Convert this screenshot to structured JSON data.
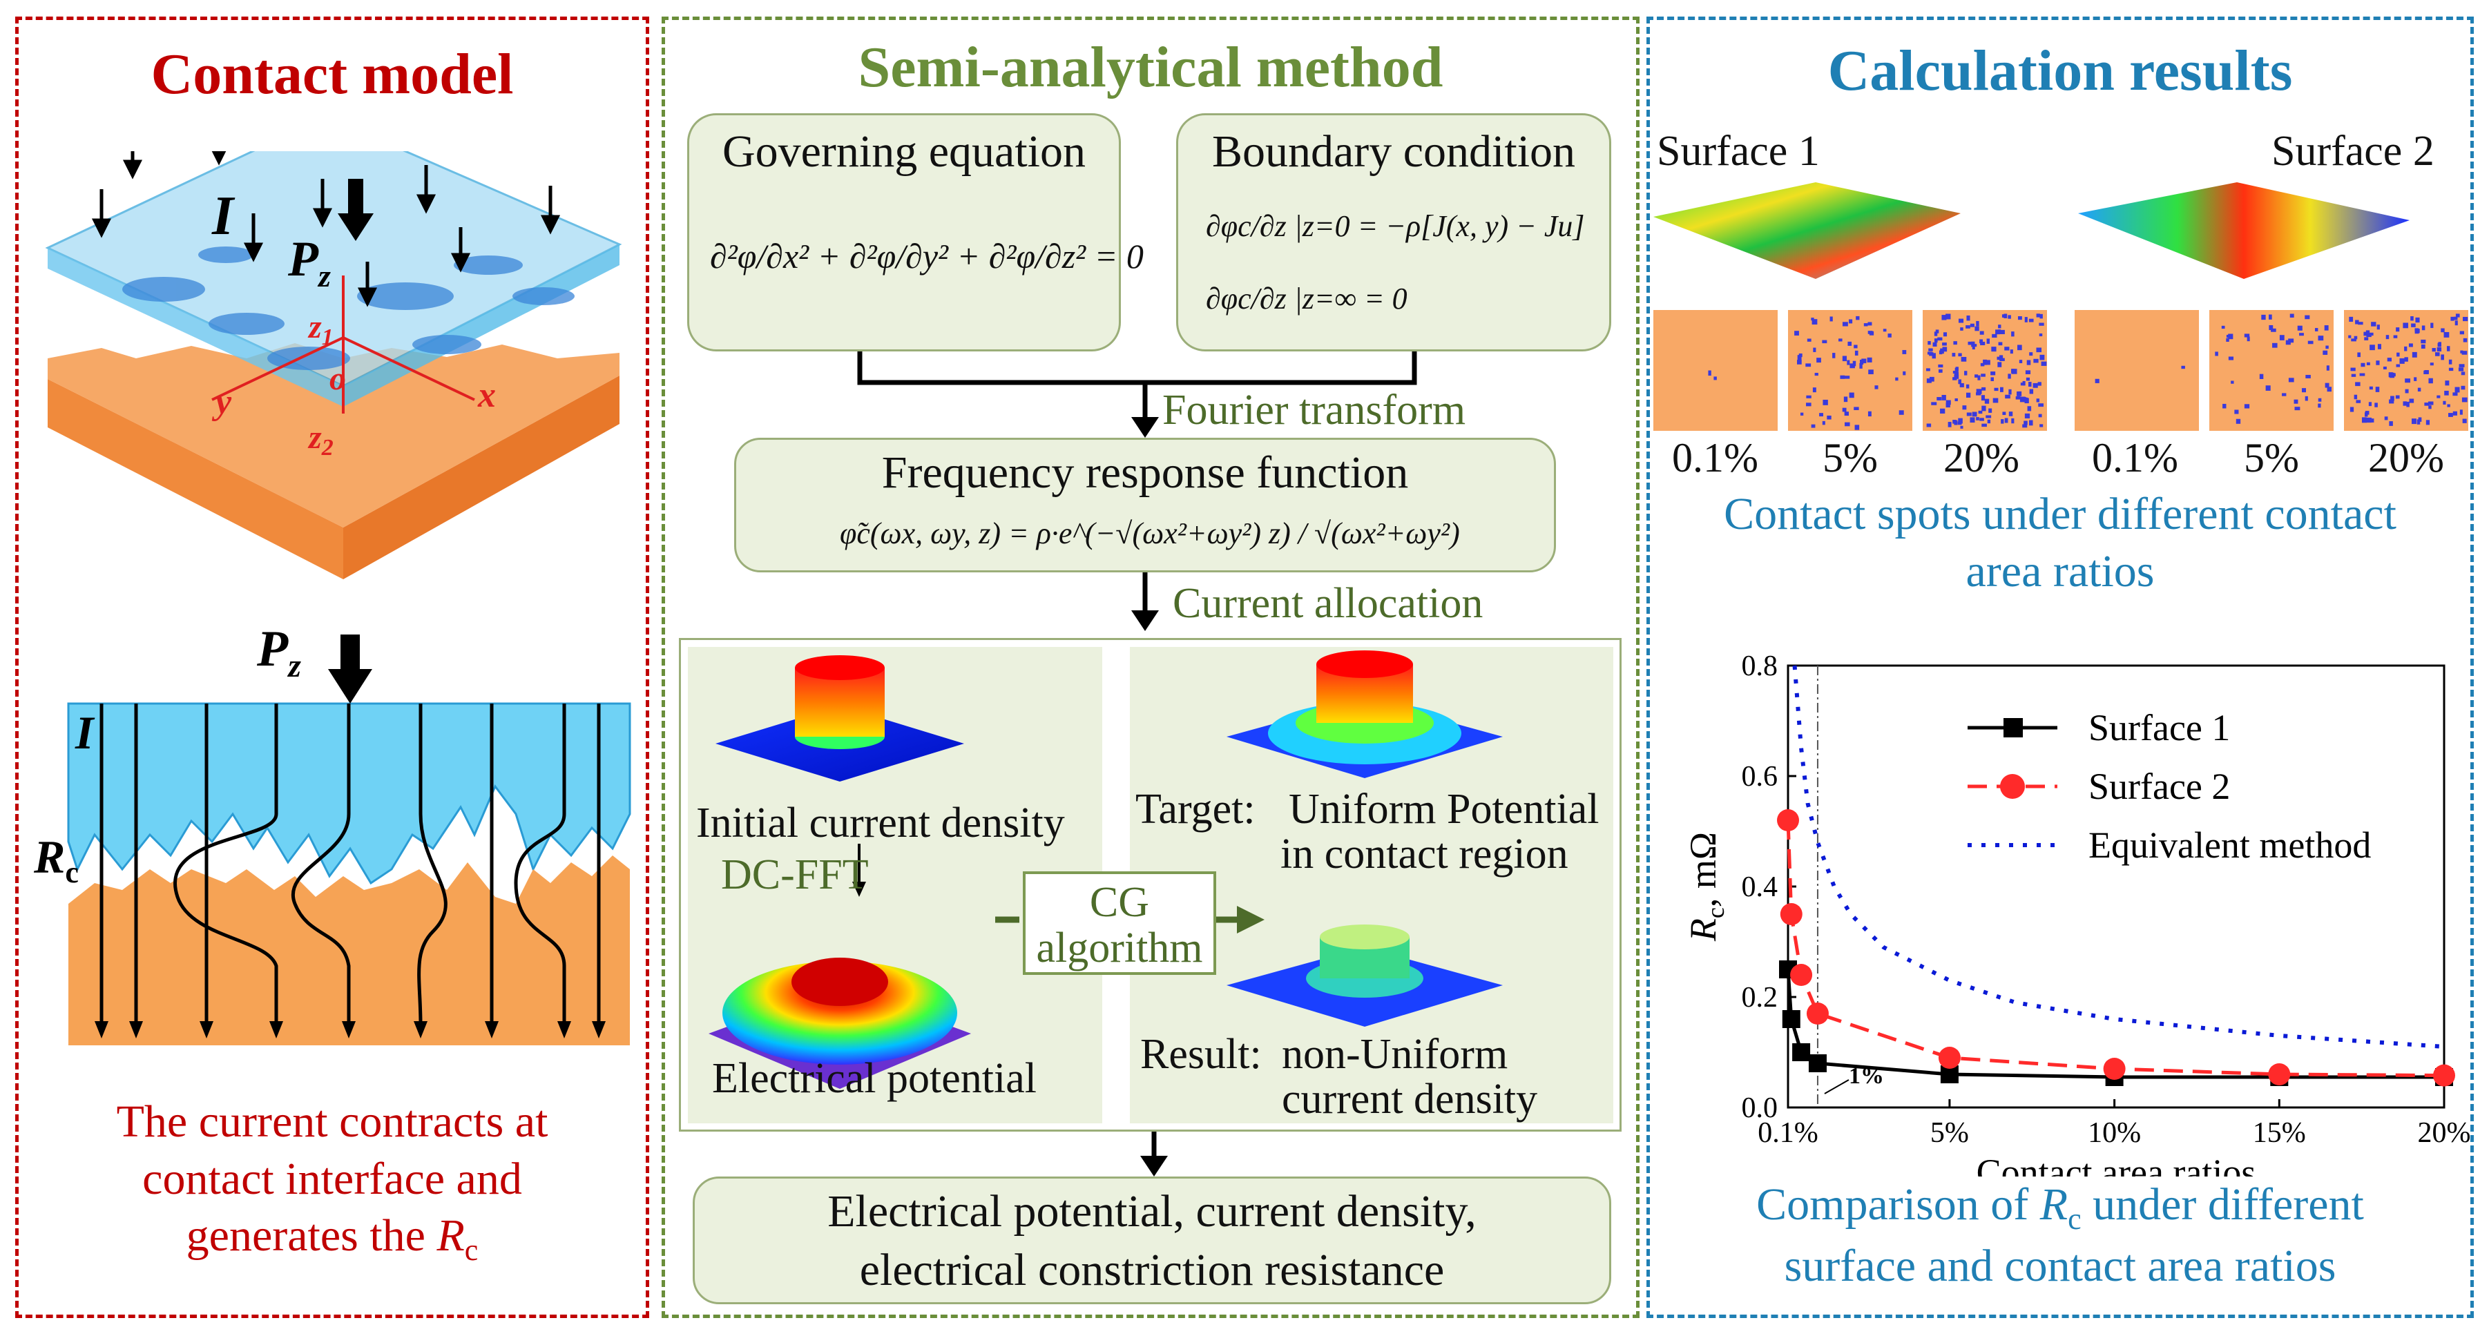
{
  "colors": {
    "left": "#c00000",
    "middle": "#6a8e3a",
    "right": "#1f7fb4"
  },
  "contact_model": {
    "title": "Contact model",
    "label_I": "I",
    "label_P": "P",
    "sub_z": "z",
    "axis_x": "x",
    "axis_y": "y",
    "axis_o": "o",
    "axis_z1": "z",
    "sub_1": "1",
    "axis_z2": "z",
    "sub_2": "2",
    "label_R": "R",
    "sub_c": "c",
    "caption_l1": "The current contracts at",
    "caption_l2": "contact interface and",
    "caption_l3": "generates the ",
    "caption_R": "R",
    "caption_c": "c"
  },
  "semi_analytical": {
    "title": "Semi-analytical method",
    "governing_title": "Governing equation",
    "governing_eq": "∂²φ/∂x² + ∂²φ/∂y² + ∂²φ/∂z² = 0",
    "boundary_title": "Boundary condition",
    "boundary_eq1": "∂φc/∂z |z=0 = −ρ[J(x, y) − Ju]",
    "boundary_eq2": "∂φc/∂z |z=∞ = 0",
    "fourier": "Fourier transform",
    "freq_title": "Frequency response function",
    "freq_eq": "φ̃c(ωx, ωy, z) = ρ·e^(−√(ωx²+ωy²) z) / √(ωx²+ωy²)",
    "current_allocation": "Current allocation",
    "initial_current": "Initial current density",
    "dcfft": "DC-FFT",
    "electrical_potential": "Electrical potential",
    "cg_l1": "CG",
    "cg_l2": "algorithm",
    "target_label": "Target:",
    "target_l1": "Uniform Potential",
    "target_l2": "in contact region",
    "result_label": "Result:",
    "result_l1": "non-Uniform",
    "result_l2": "current density",
    "output_l1": "Electrical potential, current density,",
    "output_l2": "electrical constriction resistance"
  },
  "calc_results": {
    "title": "Calculation results",
    "surface1": "Surface 1",
    "surface2": "Surface 2",
    "ratios": [
      "0.1%",
      "5%",
      "20%",
      "0.1%",
      "5%",
      "20%"
    ],
    "spots_caption_l1": "Contact spots under different contact",
    "spots_caption_l2": "area ratios",
    "comp_caption_l1a": "Comparison of ",
    "comp_caption_R": "R",
    "comp_caption_c": "c",
    "comp_caption_l1b": " under different",
    "comp_caption_l2": "surface and contact area ratios"
  },
  "chart_data": {
    "type": "line",
    "xlabel": "Contact area ratios",
    "ylabel_R": "R",
    "ylabel_c": "c",
    "ylabel_unit": ", mΩ",
    "xlim": [
      0.1,
      20
    ],
    "ylim": [
      0.0,
      0.8
    ],
    "xticks": [
      "0.1%",
      "5%",
      "10%",
      "15%",
      "20%"
    ],
    "xtick_values": [
      0.1,
      5,
      10,
      15,
      20
    ],
    "yticks": [
      "0.0",
      "0.2",
      "0.4",
      "0.6",
      "0.8"
    ],
    "ytick_values": [
      0.0,
      0.2,
      0.4,
      0.6,
      0.8
    ],
    "annotation": "1%",
    "annotation_x": 1,
    "legend_position": "top-right",
    "series": [
      {
        "name": "Surface 1",
        "color": "#000000",
        "style": "solid",
        "marker": "square",
        "x": [
          0.1,
          0.2,
          0.5,
          1,
          5,
          10,
          15,
          20
        ],
        "y": [
          0.25,
          0.16,
          0.1,
          0.08,
          0.06,
          0.055,
          0.055,
          0.055
        ]
      },
      {
        "name": "Surface 2",
        "color": "#ff2a2a",
        "style": "dashed",
        "marker": "circle",
        "x": [
          0.1,
          0.2,
          0.5,
          1,
          5,
          10,
          15,
          20
        ],
        "y": [
          0.52,
          0.35,
          0.24,
          0.17,
          0.09,
          0.07,
          0.06,
          0.058
        ]
      },
      {
        "name": "Equivalent method",
        "color": "#0a1ad6",
        "style": "dotted",
        "marker": "none",
        "x": [
          0.3,
          0.5,
          0.7,
          1,
          1.5,
          2,
          3,
          5,
          7,
          10,
          15,
          20
        ],
        "y": [
          0.8,
          0.65,
          0.55,
          0.48,
          0.4,
          0.35,
          0.29,
          0.23,
          0.19,
          0.16,
          0.13,
          0.11
        ]
      }
    ]
  }
}
